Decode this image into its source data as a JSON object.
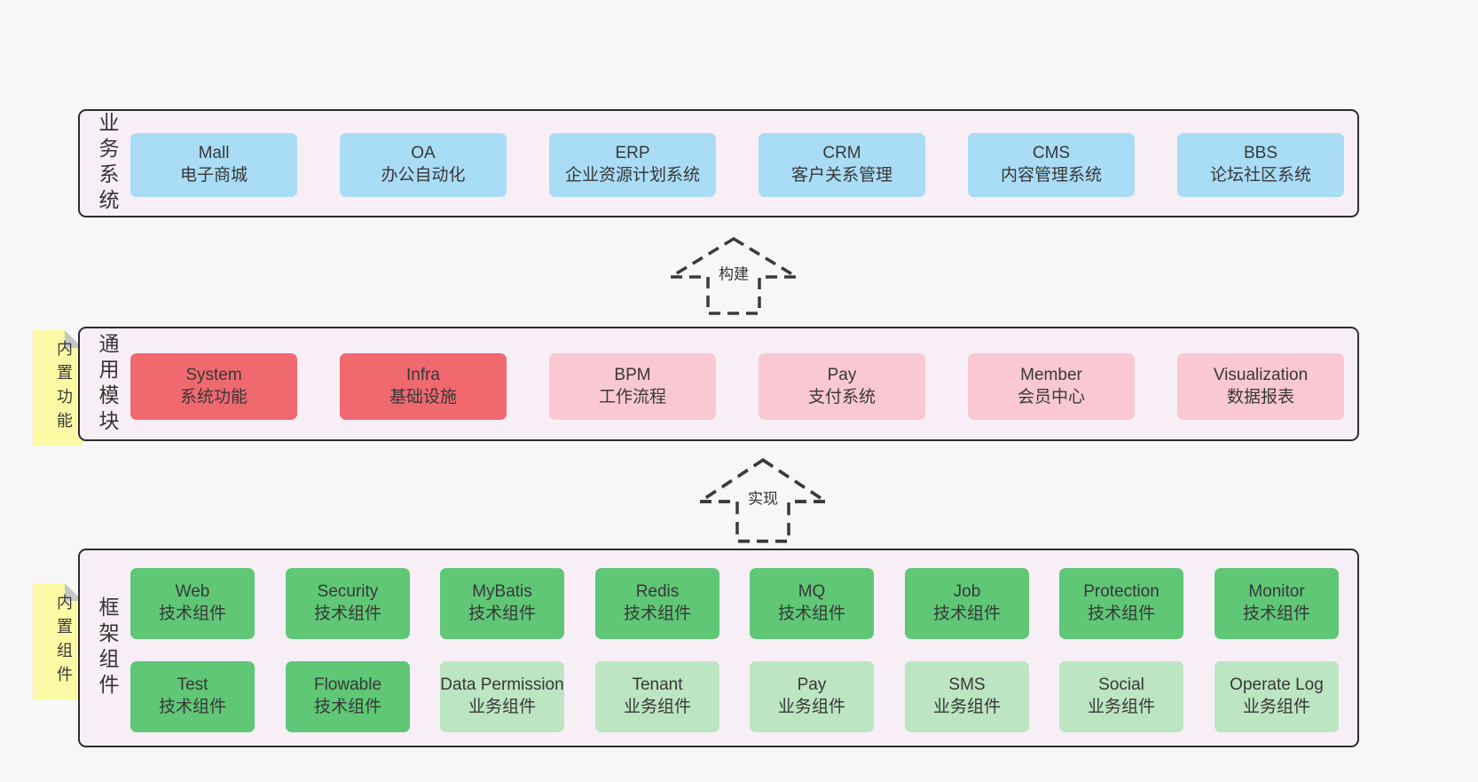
{
  "page": {
    "background": "#f7f7f7"
  },
  "colors": {
    "band_background": "#f8eef6",
    "band_border": "#2d2d2d",
    "blue_box": "#a9dcf5",
    "red_box": "#f0696f",
    "pink_box": "#f9c8d2",
    "dark_green_box": "#5fc776",
    "light_green_box": "#bce5c1",
    "sticky_note": "#fbf9a3",
    "sticky_fold": "#c6c6c6",
    "text": "#383838"
  },
  "arrows": {
    "build": {
      "label": "构建"
    },
    "implement": {
      "label": "实现"
    }
  },
  "stickies": {
    "features": {
      "label": "内置功能"
    },
    "components": {
      "label": "内置组件"
    }
  },
  "bands": {
    "business": {
      "label": "业务系统",
      "boxes": [
        {
          "title": "Mall",
          "subtitle": "电子商城",
          "variant": "blue"
        },
        {
          "title": "OA",
          "subtitle": "办公自动化",
          "variant": "blue"
        },
        {
          "title": "ERP",
          "subtitle": "企业资源计划系统",
          "variant": "blue"
        },
        {
          "title": "CRM",
          "subtitle": "客户关系管理",
          "variant": "blue"
        },
        {
          "title": "CMS",
          "subtitle": "内容管理系统",
          "variant": "blue"
        },
        {
          "title": "BBS",
          "subtitle": "论坛社区系统",
          "variant": "blue"
        }
      ]
    },
    "modules": {
      "label": "通用模块",
      "boxes": [
        {
          "title": "System",
          "subtitle": "系统功能",
          "variant": "red"
        },
        {
          "title": "Infra",
          "subtitle": "基础设施",
          "variant": "red"
        },
        {
          "title": "BPM",
          "subtitle": "工作流程",
          "variant": "pink"
        },
        {
          "title": "Pay",
          "subtitle": "支付系统",
          "variant": "pink"
        },
        {
          "title": "Member",
          "subtitle": "会员中心",
          "variant": "pink"
        },
        {
          "title": "Visualization",
          "subtitle": "数据报表",
          "variant": "pink"
        }
      ]
    },
    "components": {
      "label": "框架组件",
      "row1": [
        {
          "title": "Web",
          "subtitle": "技术组件",
          "variant": "green-dark"
        },
        {
          "title": "Security",
          "subtitle": "技术组件",
          "variant": "green-dark"
        },
        {
          "title": "MyBatis",
          "subtitle": "技术组件",
          "variant": "green-dark"
        },
        {
          "title": "Redis",
          "subtitle": "技术组件",
          "variant": "green-dark"
        },
        {
          "title": "MQ",
          "subtitle": "技术组件",
          "variant": "green-dark"
        },
        {
          "title": "Job",
          "subtitle": "技术组件",
          "variant": "green-dark"
        },
        {
          "title": "Protection",
          "subtitle": "技术组件",
          "variant": "green-dark"
        },
        {
          "title": "Monitor",
          "subtitle": "技术组件",
          "variant": "green-dark"
        }
      ],
      "row2": [
        {
          "title": "Test",
          "subtitle": "技术组件",
          "variant": "green-dark"
        },
        {
          "title": "Flowable",
          "subtitle": "技术组件",
          "variant": "green-dark"
        },
        {
          "title": "Data Permission",
          "subtitle": "业务组件",
          "variant": "green-light"
        },
        {
          "title": "Tenant",
          "subtitle": "业务组件",
          "variant": "green-light"
        },
        {
          "title": "Pay",
          "subtitle": "业务组件",
          "variant": "green-light"
        },
        {
          "title": "SMS",
          "subtitle": "业务组件",
          "variant": "green-light"
        },
        {
          "title": "Social",
          "subtitle": "业务组件",
          "variant": "green-light"
        },
        {
          "title": "Operate Log",
          "subtitle": "业务组件",
          "variant": "green-light"
        }
      ]
    }
  }
}
